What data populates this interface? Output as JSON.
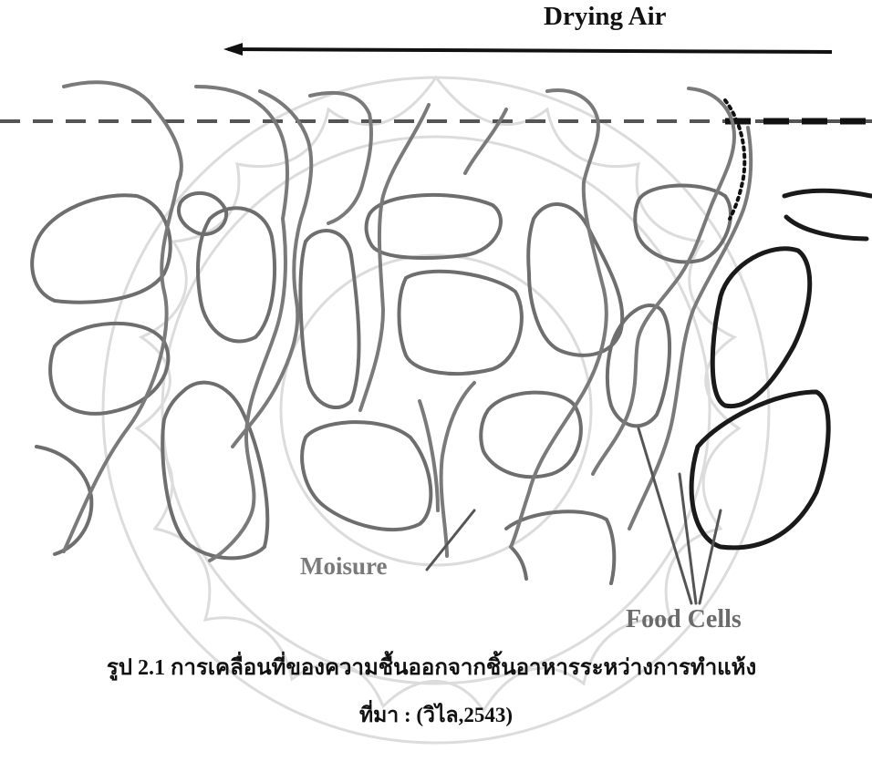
{
  "diagram": {
    "drying_air_label": "Drying Air",
    "moisture_label": "Moisure",
    "food_cells_label": "Food Cells"
  },
  "caption": {
    "figure_number": "รูป 2.1",
    "figure_title": "การเคลื่อนที่ของความชื้นออกจากชิ้นอาหารระหว่างการทำแห้ง",
    "source": "ที่มา : (วิไล,2543)"
  },
  "colors": {
    "ink": "#111111",
    "cell_outline": "#6e6e6e",
    "moisture_path": "#7a7a7a",
    "watermark": "#d9d9d9"
  }
}
